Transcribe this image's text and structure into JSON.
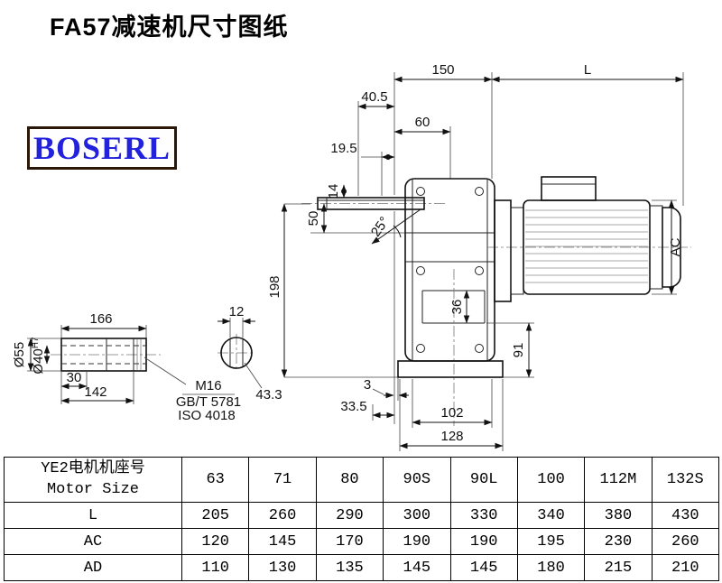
{
  "title": "FA57减速机尺寸图纸",
  "logo_text": "BOSERL",
  "dims": {
    "d150": "150",
    "L": "L",
    "d40_5": "40.5",
    "d60": "60",
    "d19_5": "19.5",
    "d14": "14",
    "d50": "50",
    "a25": "25°",
    "d198": "198",
    "d36": "36",
    "d91": "91",
    "AC": "AC",
    "d3": "3",
    "d33_5": "33.5",
    "d102": "102",
    "d128": "128",
    "d166": "166",
    "d30": "30",
    "d142": "142",
    "d55": "Ø55",
    "d40": "Ø40",
    "h7": "H7",
    "d12": "12",
    "d43_3": "43.3",
    "m16": "M16",
    "gbt": "GB/T 5781",
    "iso": "ISO 4018"
  },
  "table": {
    "header_line1": "YE2电机机座号",
    "header_line2": "Motor Size",
    "sizes": [
      "63",
      "71",
      "80",
      "90S",
      "90L",
      "100",
      "112M",
      "132S"
    ],
    "rows": [
      {
        "label": "L",
        "values": [
          "205",
          "260",
          "290",
          "300",
          "330",
          "340",
          "380",
          "430"
        ]
      },
      {
        "label": "AC",
        "values": [
          "120",
          "145",
          "170",
          "190",
          "190",
          "195",
          "230",
          "260"
        ]
      },
      {
        "label": "AD",
        "values": [
          "110",
          "130",
          "135",
          "145",
          "145",
          "180",
          "215",
          "210"
        ]
      }
    ]
  }
}
